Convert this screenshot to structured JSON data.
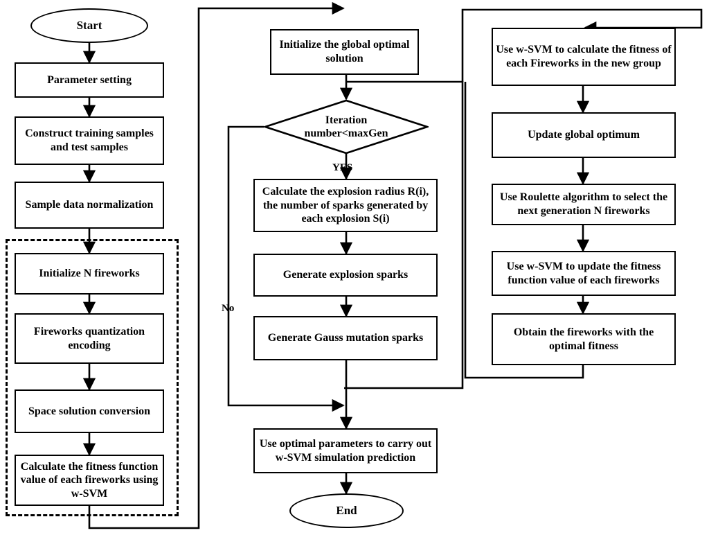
{
  "diagram": {
    "title": "w-SVM fireworks algorithm flowchart",
    "type": "flowchart",
    "terminals": [
      {
        "id": "start",
        "label": "Start"
      },
      {
        "id": "end",
        "label": "End"
      }
    ],
    "edge_labels": [
      {
        "id": "yes-label",
        "text": "YES"
      },
      {
        "id": "no-label",
        "text": "No"
      }
    ],
    "decision": {
      "id": "iteration-check",
      "label": "Iteration number<maxGen"
    },
    "column_left": [
      {
        "id": "parameter-setting",
        "label": "Parameter setting"
      },
      {
        "id": "construct-samples",
        "label": "Construct training samples and test samples"
      },
      {
        "id": "sample-normalization",
        "label": "Sample data normalization"
      },
      {
        "id": "initialize-fireworks",
        "label": "Initialize N fireworks"
      },
      {
        "id": "fireworks-quantization",
        "label": "Fireworks quantization encoding"
      },
      {
        "id": "space-solution",
        "label": "Space solution conversion"
      },
      {
        "id": "calculate-fitness-wsvm",
        "label": "Calculate the fitness function value of each fireworks using w-SVM"
      }
    ],
    "column_middle": [
      {
        "id": "initialize-global-optimal",
        "label": "Initialize the global optimal solution"
      },
      {
        "id": "calculate-explosion-radius",
        "label": "Calculate the explosion radius R(i), the number of sparks generated by each explosion S(i)"
      },
      {
        "id": "generate-explosion-sparks",
        "label": "Generate explosion sparks"
      },
      {
        "id": "generate-gauss-sparks",
        "label": "Generate Gauss mutation sparks"
      },
      {
        "id": "use-optimal-parameters",
        "label": "Use optimal parameters to carry out w-SVM simulation prediction"
      }
    ],
    "column_right": [
      {
        "id": "wsvm-calculate-fitness-new-group",
        "label": "Use w-SVM to calculate the fitness of each Fireworks in the new group"
      },
      {
        "id": "update-global-optimum",
        "label": "Update global optimum"
      },
      {
        "id": "roulette-select",
        "label": "Use Roulette algorithm to select the next generation N fireworks"
      },
      {
        "id": "wsvm-update-fitness",
        "label": "Use w-SVM to update the fitness function value of each fireworks"
      },
      {
        "id": "obtain-optimal-fireworks",
        "label": "Obtain the fireworks with the optimal fitness"
      }
    ]
  }
}
